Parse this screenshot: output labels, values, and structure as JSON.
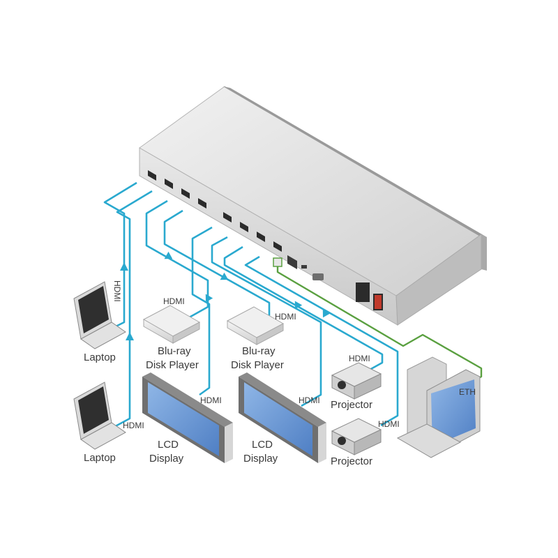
{
  "labels": {
    "hdmi": "HDMI",
    "eth": "ETH",
    "laptop": "Laptop",
    "bluray_line1": "Blu-ray",
    "bluray_line2": "Disk Player",
    "lcd_line1": "LCD",
    "lcd_line2": "Display",
    "projector": "Projector"
  },
  "colors": {
    "hdmi_cable": "#2aa9cf",
    "eth_cable": "#5aa040",
    "chassis": "#d9d9d9",
    "label_text": "#3a3a3a"
  }
}
